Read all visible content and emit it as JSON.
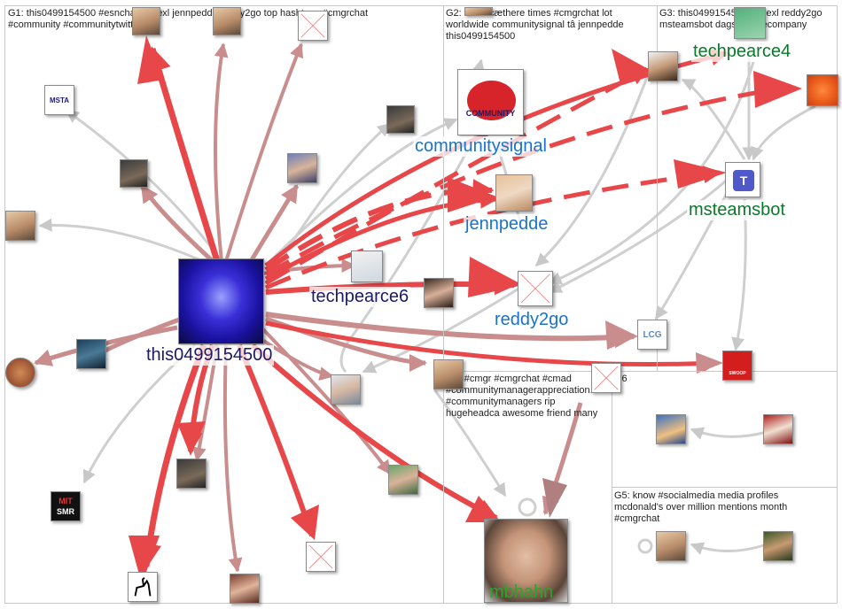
{
  "groups": [
    {
      "id": "G1",
      "text_line1": "G1: this0499154500 #esnchat nodexl jennpedde reddy2go top hashtags #cmgrchat",
      "text_line2": "#community #communitytwitter"
    },
    {
      "id": "G2",
      "text_line1": "G2: trend cæthere times #cmgrchat lot",
      "text_line2": "worldwide communitysignal tâ jennpedde",
      "text_line3": "this0499154500"
    },
    {
      "id": "G3",
      "text_line1": "G3: this0499154500 nodexl reddy2go",
      "text_line2": "msteamsbot dagsly boyecompany"
    },
    {
      "id": "G4",
      "text_line1": "G4: #cmgr #cmgrchat #cmad",
      "text_line2": "#communitymanagerappreciation...",
      "text_line3": "#communitymanagers rip",
      "text_line4": "hugeheadca awesome friend many"
    },
    {
      "id": "G6",
      "text_line1": "G6"
    },
    {
      "id": "G5",
      "text_line1": "G5: know #socialmedia media profiles",
      "text_line2": "mcdonald's over million mentions month",
      "text_line3": "#cmgrchat"
    }
  ],
  "node_labels": {
    "this0499154500": "this0499154500",
    "techpearce6": "techpearce6",
    "communitysignal": "communitysignal",
    "jennpedde": "jennpedde",
    "reddy2go": "reddy2go",
    "techpearce4": "techpearce4",
    "msteamsbot": "msteamsbot",
    "mbhahn": "mbhahn"
  },
  "logos": {
    "msta": "MSTA",
    "mit_line1": "MIT",
    "mit_line2": "SMR",
    "lcg": "LCG",
    "community": "COMMUNITY",
    "swoop": "SWOOP"
  },
  "colors": {
    "edge_red": "#e8474a",
    "edge_pink": "#c98d8d",
    "edge_gray": "#c8c8c8",
    "label_blue": "#1a73c7",
    "label_navy": "#1a1a66",
    "label_green": "#0a7a2a"
  }
}
